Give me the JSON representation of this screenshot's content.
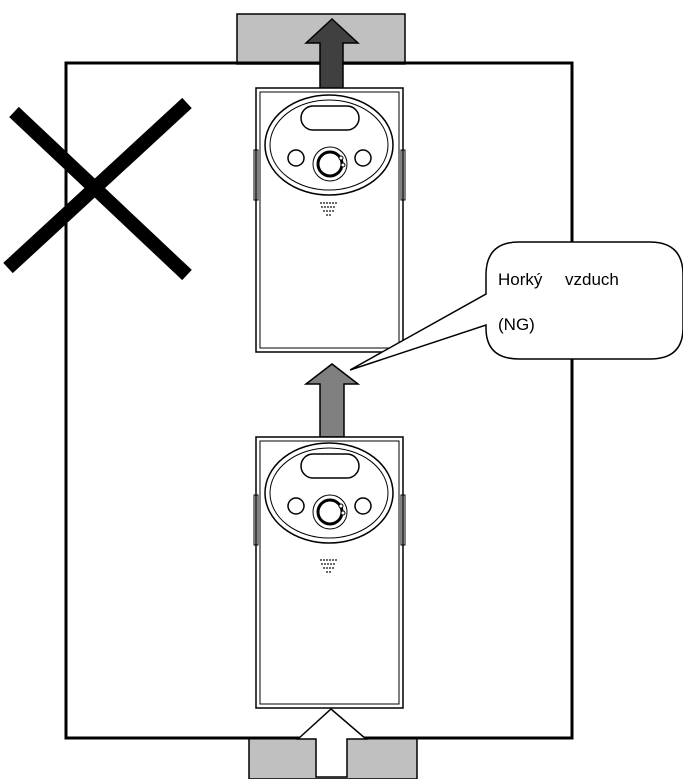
{
  "callout": {
    "word1": "Horký",
    "word2": "vzduch",
    "line2": "(NG)"
  },
  "icons": {
    "cross": "not-allowed-cross-icon",
    "hot_air_arrow": "arrow-up-icon",
    "exhaust_arrow": "arrow-up-icon",
    "intake_arrow": "arrow-up-icon",
    "display": "display-window-icon",
    "dial": "dial-knob-icon",
    "button": "round-button-icon",
    "vent": "vent-dots-icon"
  },
  "colors": {
    "duct": "#c0c0c0",
    "exhaust_arrow": "#404040",
    "hot_air_arrow": "#808080",
    "intake_arrow": "#ffffff",
    "outline": "#000000"
  }
}
